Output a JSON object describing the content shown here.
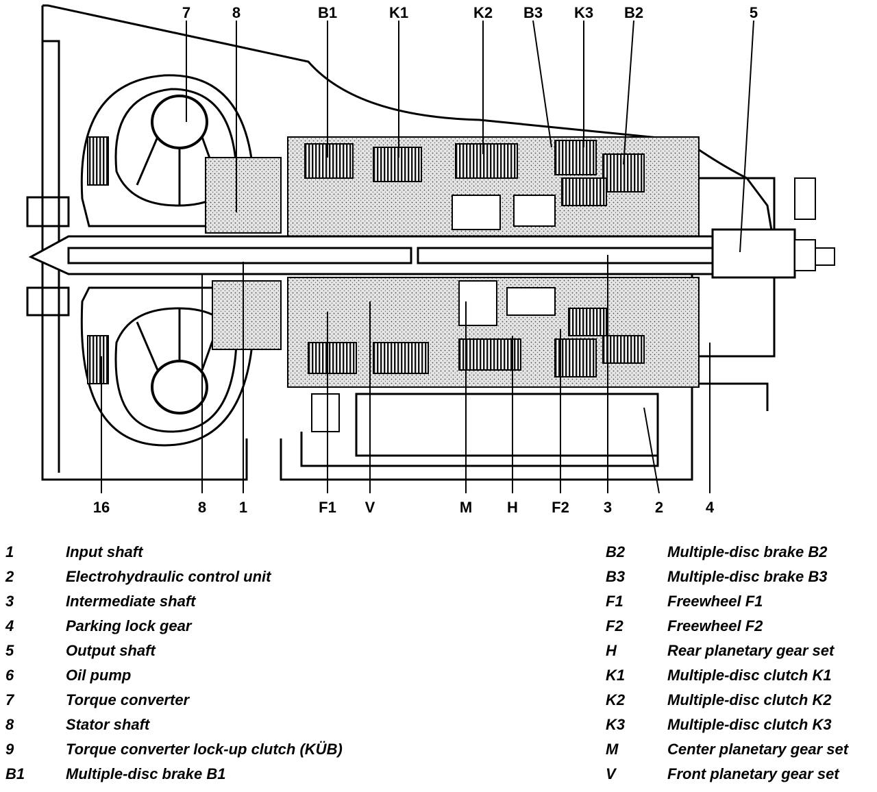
{
  "callouts_top": [
    "7",
    "8",
    "B1",
    "K1",
    "K2",
    "B3",
    "K3",
    "B2",
    "5"
  ],
  "callouts_bottom": [
    "16",
    "8",
    "1",
    "F1",
    "V",
    "M",
    "H",
    "F2",
    "3",
    "2",
    "4"
  ],
  "legend_left": [
    {
      "key": "1",
      "text": "Input shaft"
    },
    {
      "key": "2",
      "text": "Electrohydraulic control unit"
    },
    {
      "key": "3",
      "text": "Intermediate  shaft"
    },
    {
      "key": "4",
      "text": "Parking lock gear"
    },
    {
      "key": "5",
      "text": "Output shaft"
    },
    {
      "key": "6",
      "text": "Oil pump"
    },
    {
      "key": "7",
      "text": "Torque converter"
    },
    {
      "key": "8",
      "text": "Stator shaft"
    },
    {
      "key": "9",
      "text": "Torque converter lock-up clutch (KÜB)"
    },
    {
      "key": "B1",
      "text": "Multiple-disc brake B1"
    }
  ],
  "legend_right": [
    {
      "key": "B2",
      "text": "Multiple-disc brake B2"
    },
    {
      "key": "B3",
      "text": "Multiple-disc brake B3"
    },
    {
      "key": "F1",
      "text": "Freewheel F1"
    },
    {
      "key": "F2",
      "text": "Freewheel F2"
    },
    {
      "key": "H",
      "text": "Rear planetary gear set"
    },
    {
      "key": "K1",
      "text": "Multiple-disc clutch K1"
    },
    {
      "key": "K2",
      "text": "Multiple-disc clutch K2"
    },
    {
      "key": "K3",
      "text": "Multiple-disc clutch K3"
    },
    {
      "key": "M",
      "text": "Center planetary gear set"
    },
    {
      "key": "V",
      "text": "Front planetary gear set"
    }
  ]
}
